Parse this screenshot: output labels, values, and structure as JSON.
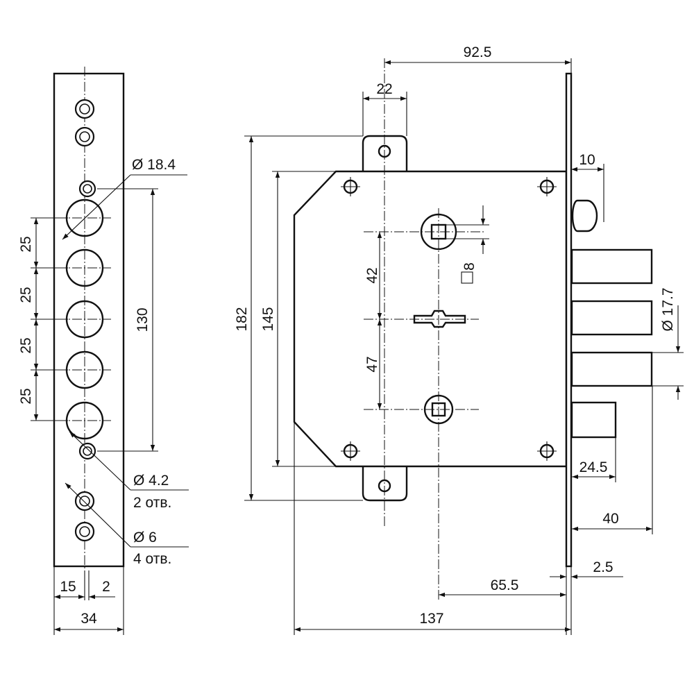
{
  "faceplate": {
    "width_total": "34",
    "offset_left": "15",
    "offset_right": "2",
    "big_hole_diameter": "Ø 18.4",
    "pitch": [
      "25",
      "25",
      "25",
      "25"
    ],
    "span": "130",
    "small_hole_diameter": "Ø 4.2",
    "small_hole_count": "2 отв.",
    "screw_hole_diameter": "Ø 6",
    "screw_hole_count": "4 отв."
  },
  "lock_body": {
    "backset_to_plate": "92.5",
    "ear_width": "22",
    "plate_thickness_top": "10",
    "height_total": "182",
    "height_body": "145",
    "spindle_to_key": "42",
    "key_to_cylinder": "47",
    "square_spindle": "8",
    "bolt_diameter": "Ø 17.7",
    "latch_throw": "24.5",
    "bolt_throw": "40",
    "plate_thickness": "2.5",
    "backset": "65.5",
    "depth_total": "137"
  }
}
